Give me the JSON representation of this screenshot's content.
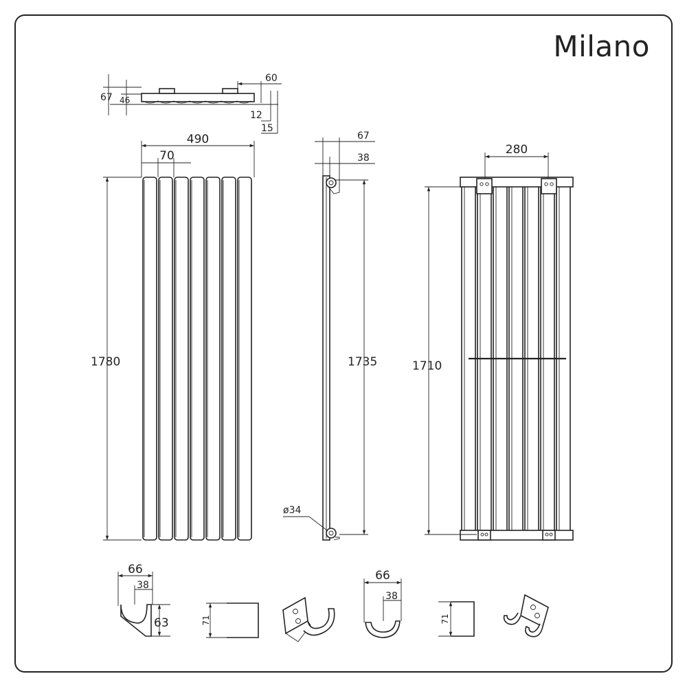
{
  "brand": {
    "name": "Milano"
  },
  "top_view": {
    "dim_depth_total": "67",
    "dim_depth_panel": "46",
    "dim_bracket_offset": "60",
    "dim_wall_gap_a": "12",
    "dim_wall_gap_b": "15"
  },
  "front_view": {
    "dim_width": "490",
    "dim_column_pitch": "70",
    "dim_height": "1780"
  },
  "side_view": {
    "dim_depth_total": "67",
    "dim_depth_panel": "38",
    "dim_height": "1735",
    "dim_pipe": "ø34"
  },
  "rear_view": {
    "dim_bracket_spacing": "280",
    "dim_height": "1710"
  },
  "brackets": {
    "a_width": "66",
    "a_inner": "38",
    "a_height": "63",
    "a_plate_height": "71",
    "b_width": "66",
    "b_inner": "38",
    "b_plate_height": "71"
  }
}
